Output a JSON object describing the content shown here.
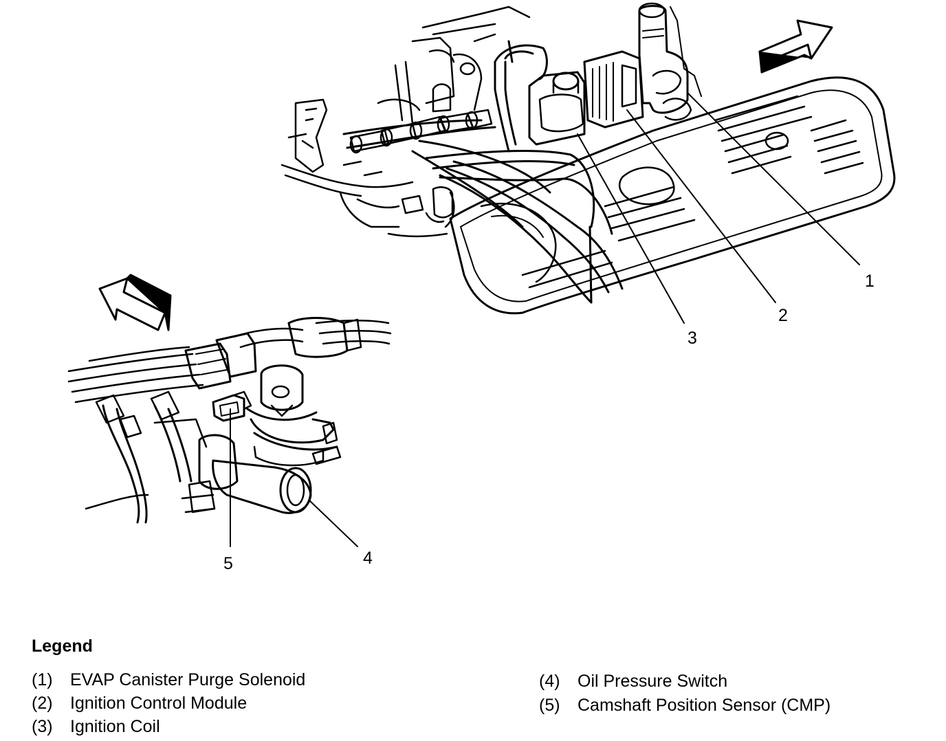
{
  "callouts": {
    "c1": "1",
    "c2": "2",
    "c3": "3",
    "c4": "4",
    "c5": "5"
  },
  "legend": {
    "title": "Legend",
    "items": [
      {
        "num": "(1)",
        "label": "EVAP Canister Purge Solenoid"
      },
      {
        "num": "(2)",
        "label": "Ignition Control Module"
      },
      {
        "num": "(3)",
        "label": "Ignition Coil"
      },
      {
        "num": "(4)",
        "label": "Oil Pressure Switch"
      },
      {
        "num": "(5)",
        "label": "Camshaft Position Sensor (CMP)"
      }
    ]
  }
}
